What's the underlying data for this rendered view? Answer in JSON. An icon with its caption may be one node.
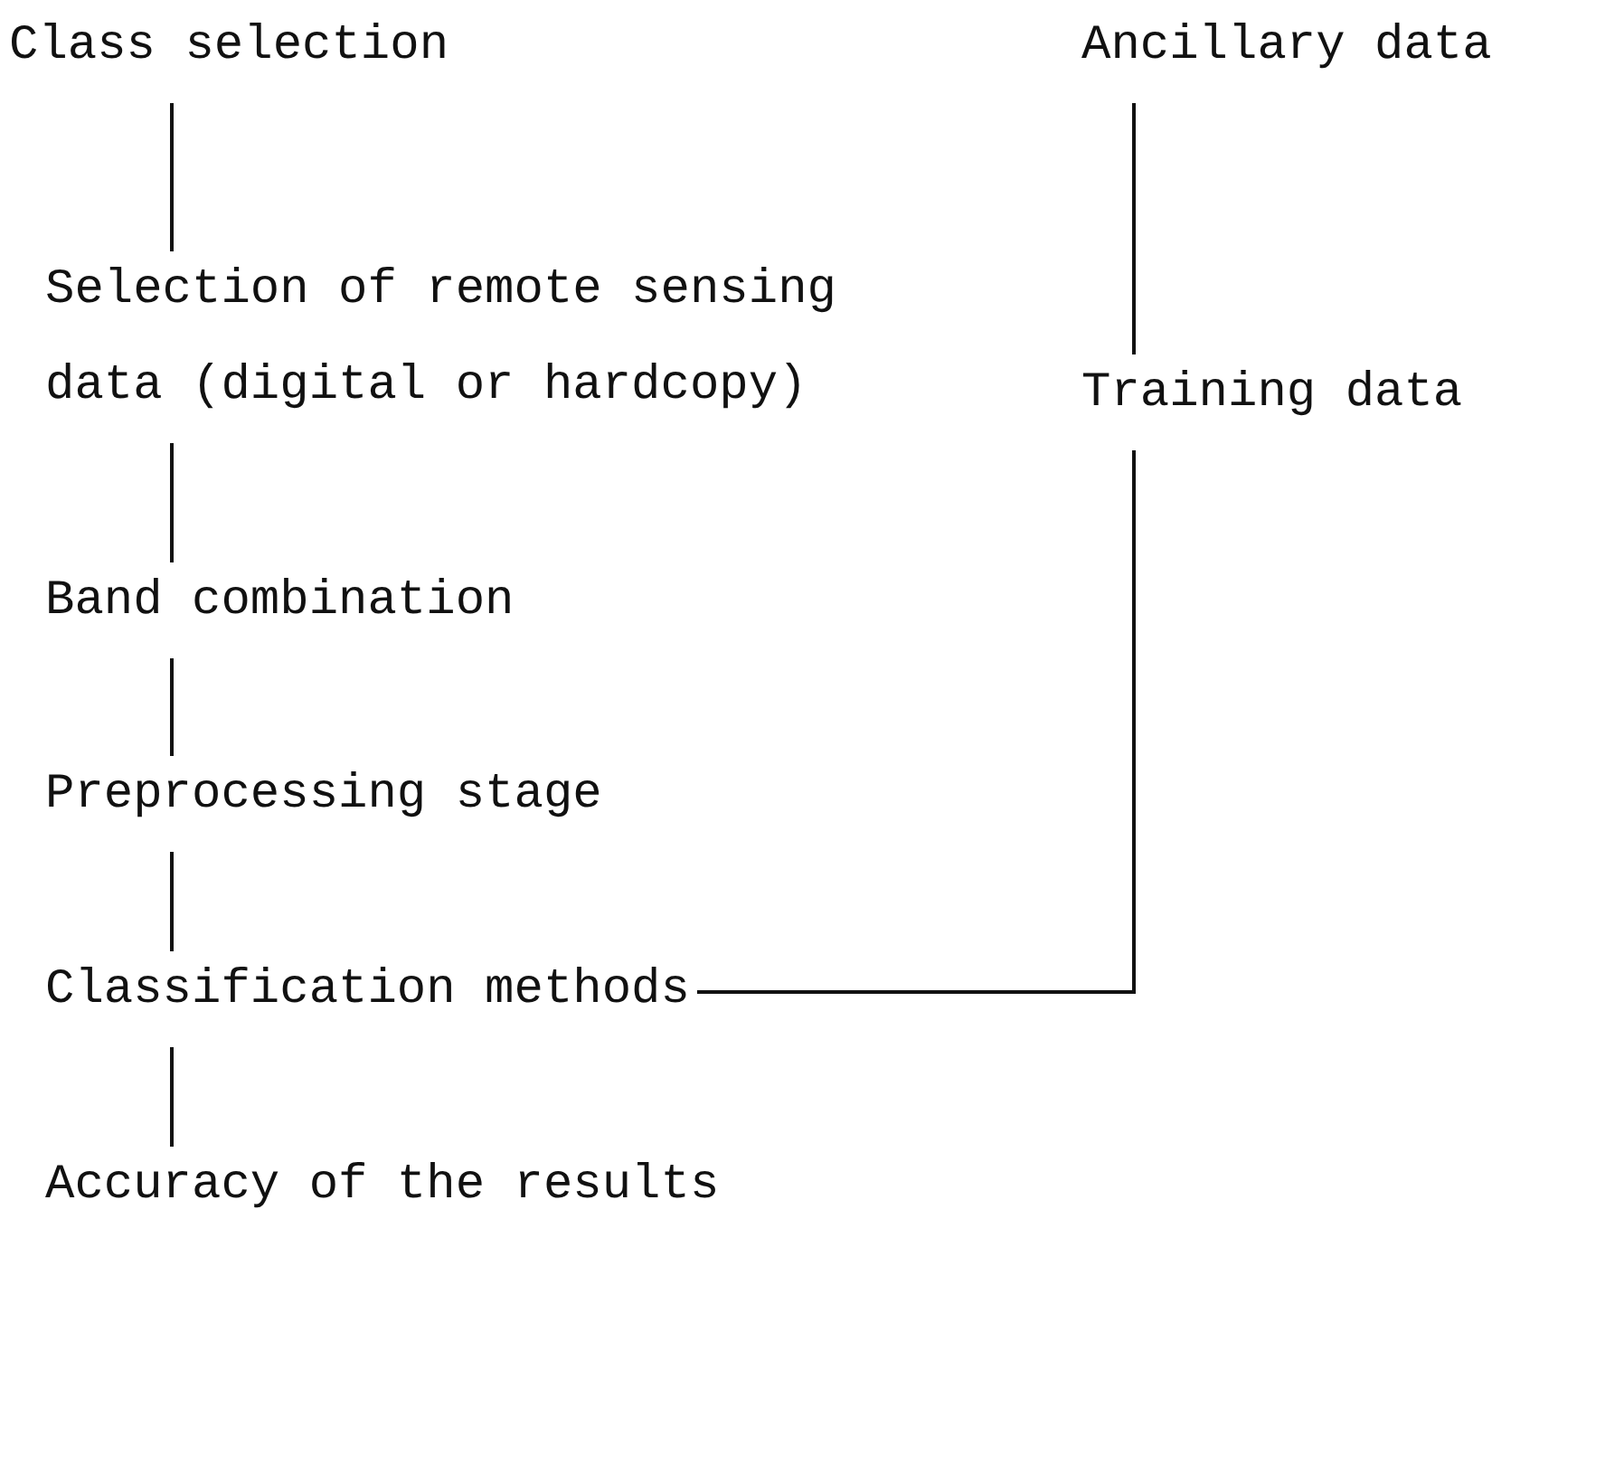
{
  "diagram": {
    "nodes": [
      {
        "text": [
          "Class selection"
        ]
      },
      {
        "text": [
          "Ancillary data"
        ]
      },
      {
        "text": [
          "Selection of remote sensing data (digital or hardcopy)"
        ]
      },
      {
        "text": [
          "Training data"
        ]
      },
      {
        "text": [
          "Band combination"
        ]
      },
      {
        "text": [
          "Preprocessing stage"
        ]
      },
      {
        "text": [
          "Classification methods"
        ]
      },
      {
        "text": [
          "Accuracy of the results"
        ]
      }
    ],
    "edges": [
      {
        "from": 0,
        "to": 2,
        "arrow": "none"
      },
      {
        "from": 2,
        "to": 4,
        "arrow": "none"
      },
      {
        "from": 4,
        "to": 5,
        "arrow": "none"
      },
      {
        "from": 5,
        "to": 6,
        "arrow": "none"
      },
      {
        "from": 6,
        "to": 7,
        "arrow": "none"
      },
      {
        "from": 1,
        "to": 3,
        "arrow": "none"
      },
      {
        "from": 3,
        "to": 6,
        "arrow": "none"
      }
    ]
  }
}
